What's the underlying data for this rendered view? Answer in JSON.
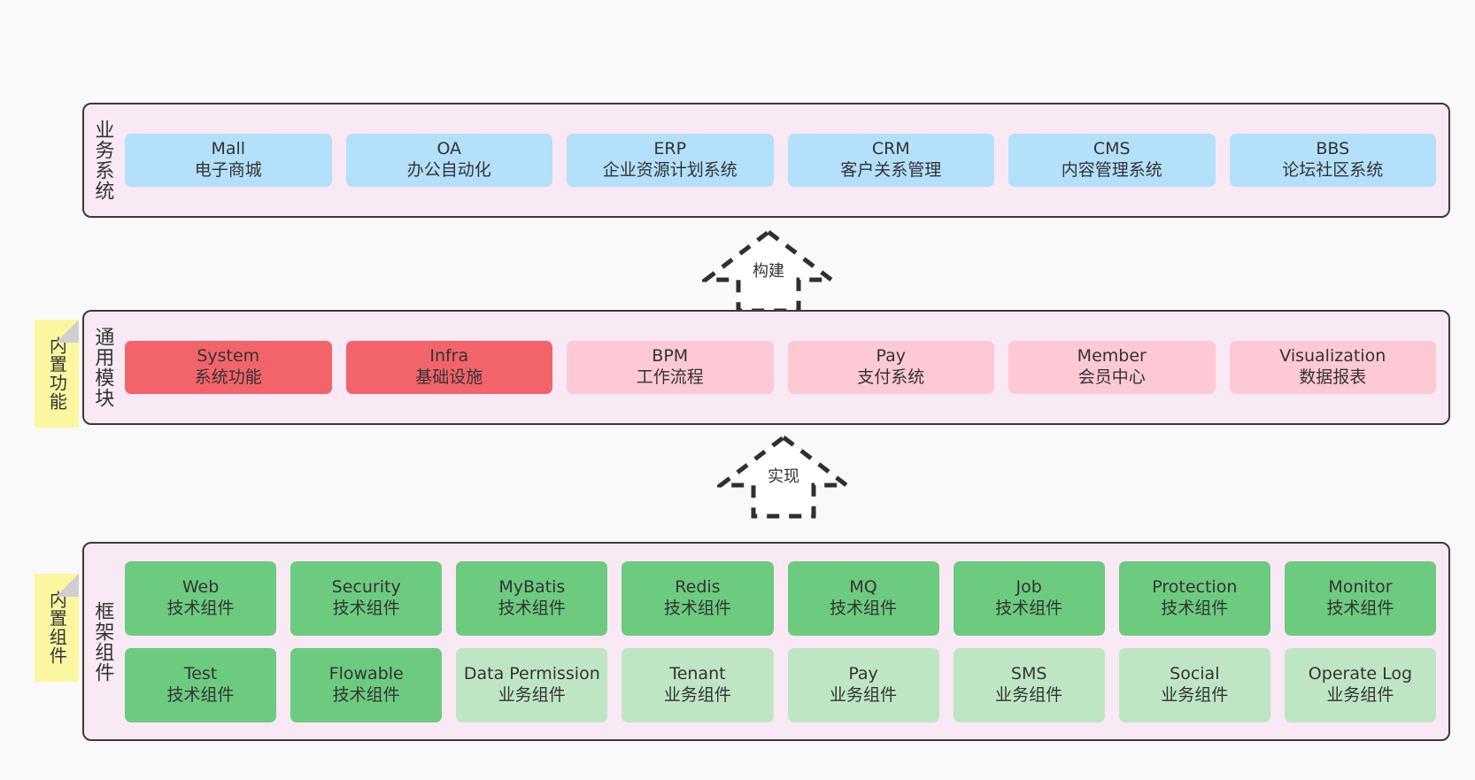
{
  "diagram": {
    "background_color": "#f9f9f9",
    "panel_color": "#f9e9f4",
    "note_color": "#faf7a0",
    "colors": {
      "blue": "#b3e0fb",
      "red_strong": "#f2646a",
      "red_light": "#fcc9d4",
      "green_strong": "#6ccb7f",
      "green_light": "#bfe6c4"
    }
  },
  "layers": {
    "business": {
      "title": "业务系统",
      "items": [
        {
          "name": "Mall",
          "desc": "电子商城"
        },
        {
          "name": "OA",
          "desc": "办公自动化"
        },
        {
          "name": "ERP",
          "desc": "企业资源计划系统"
        },
        {
          "name": "CRM",
          "desc": "客户关系管理"
        },
        {
          "name": "CMS",
          "desc": "内容管理系统"
        },
        {
          "name": "BBS",
          "desc": "论坛社区系统"
        }
      ]
    },
    "common": {
      "title": "通用模块",
      "note": "内置功能",
      "items": [
        {
          "name": "System",
          "desc": "系统功能"
        },
        {
          "name": "Infra",
          "desc": "基础设施"
        },
        {
          "name": "BPM",
          "desc": "工作流程"
        },
        {
          "name": "Pay",
          "desc": "支付系统"
        },
        {
          "name": "Member",
          "desc": "会员中心"
        },
        {
          "name": "Visualization",
          "desc": "数据报表"
        }
      ]
    },
    "framework": {
      "title": "框架组件",
      "note": "内置组件",
      "row1": [
        {
          "name": "Web",
          "desc": "技术组件"
        },
        {
          "name": "Security",
          "desc": "技术组件"
        },
        {
          "name": "MyBatis",
          "desc": "技术组件"
        },
        {
          "name": "Redis",
          "desc": "技术组件"
        },
        {
          "name": "MQ",
          "desc": "技术组件"
        },
        {
          "name": "Job",
          "desc": "技术组件"
        },
        {
          "name": "Protection",
          "desc": "技术组件"
        },
        {
          "name": "Monitor",
          "desc": "技术组件"
        }
      ],
      "row2": [
        {
          "name": "Test",
          "desc": "技术组件"
        },
        {
          "name": "Flowable",
          "desc": "技术组件"
        },
        {
          "name": "Data Permission",
          "desc": "业务组件"
        },
        {
          "name": "Tenant",
          "desc": "业务组件"
        },
        {
          "name": "Pay",
          "desc": "业务组件"
        },
        {
          "name": "SMS",
          "desc": "业务组件"
        },
        {
          "name": "Social",
          "desc": "业务组件"
        },
        {
          "name": "Operate Log",
          "desc": "业务组件"
        }
      ]
    }
  },
  "arrows": {
    "build": "构建",
    "implement": "实现"
  }
}
